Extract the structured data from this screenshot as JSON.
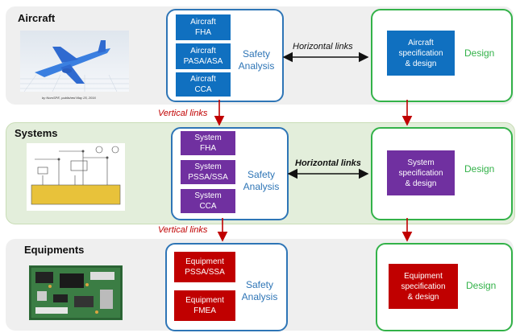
{
  "levels": {
    "aircraft": {
      "label": "Aircraft",
      "image_caption": "by NoroSPE, published May 25, 2016",
      "safety_blocks": [
        {
          "line1": "Aircraft",
          "line2": "FHA"
        },
        {
          "line1": "Aircraft",
          "line2": "PASA/ASA"
        },
        {
          "line1": "Aircraft",
          "line2": "CCA"
        }
      ],
      "safety_label": {
        "line1": "Safety",
        "line2": "Analysis"
      },
      "horizontal_link": "Horizontal links",
      "design_block": {
        "line1": "Aircraft",
        "line2": "specification",
        "line3": "& design"
      },
      "design_label": "Design"
    },
    "systems": {
      "label": "Systems",
      "safety_blocks": [
        {
          "line1": "System",
          "line2": "FHA"
        },
        {
          "line1": "System",
          "line2": "PSSA/SSA"
        },
        {
          "line1": "System",
          "line2": "CCA"
        }
      ],
      "safety_label": {
        "line1": "Safety",
        "line2": "Analysis"
      },
      "horizontal_link": "Horizontal links",
      "design_block": {
        "line1": "System",
        "line2": "specification",
        "line3": "& design"
      },
      "design_label": "Design"
    },
    "equipments": {
      "label": "Equipments",
      "safety_blocks": [
        {
          "line1": "Equipment",
          "line2": "PSSA/SSA"
        },
        {
          "line1": "Equipment",
          "line2": "FMEA"
        }
      ],
      "safety_label": {
        "line1": "Safety",
        "line2": "Analysis"
      },
      "design_block": {
        "line1": "Equipment",
        "line2": "specification",
        "line3": "& design"
      },
      "design_label": "Design"
    }
  },
  "vertical_links": [
    "Vertical links",
    "Vertical links"
  ],
  "colors": {
    "aircraft_block": "#1070c0",
    "system_block": "#7030a0",
    "equipment_block": "#c00000",
    "safety_border": "#2e75b6",
    "design_border": "#33b249",
    "vertical_arrow": "#c00000"
  }
}
